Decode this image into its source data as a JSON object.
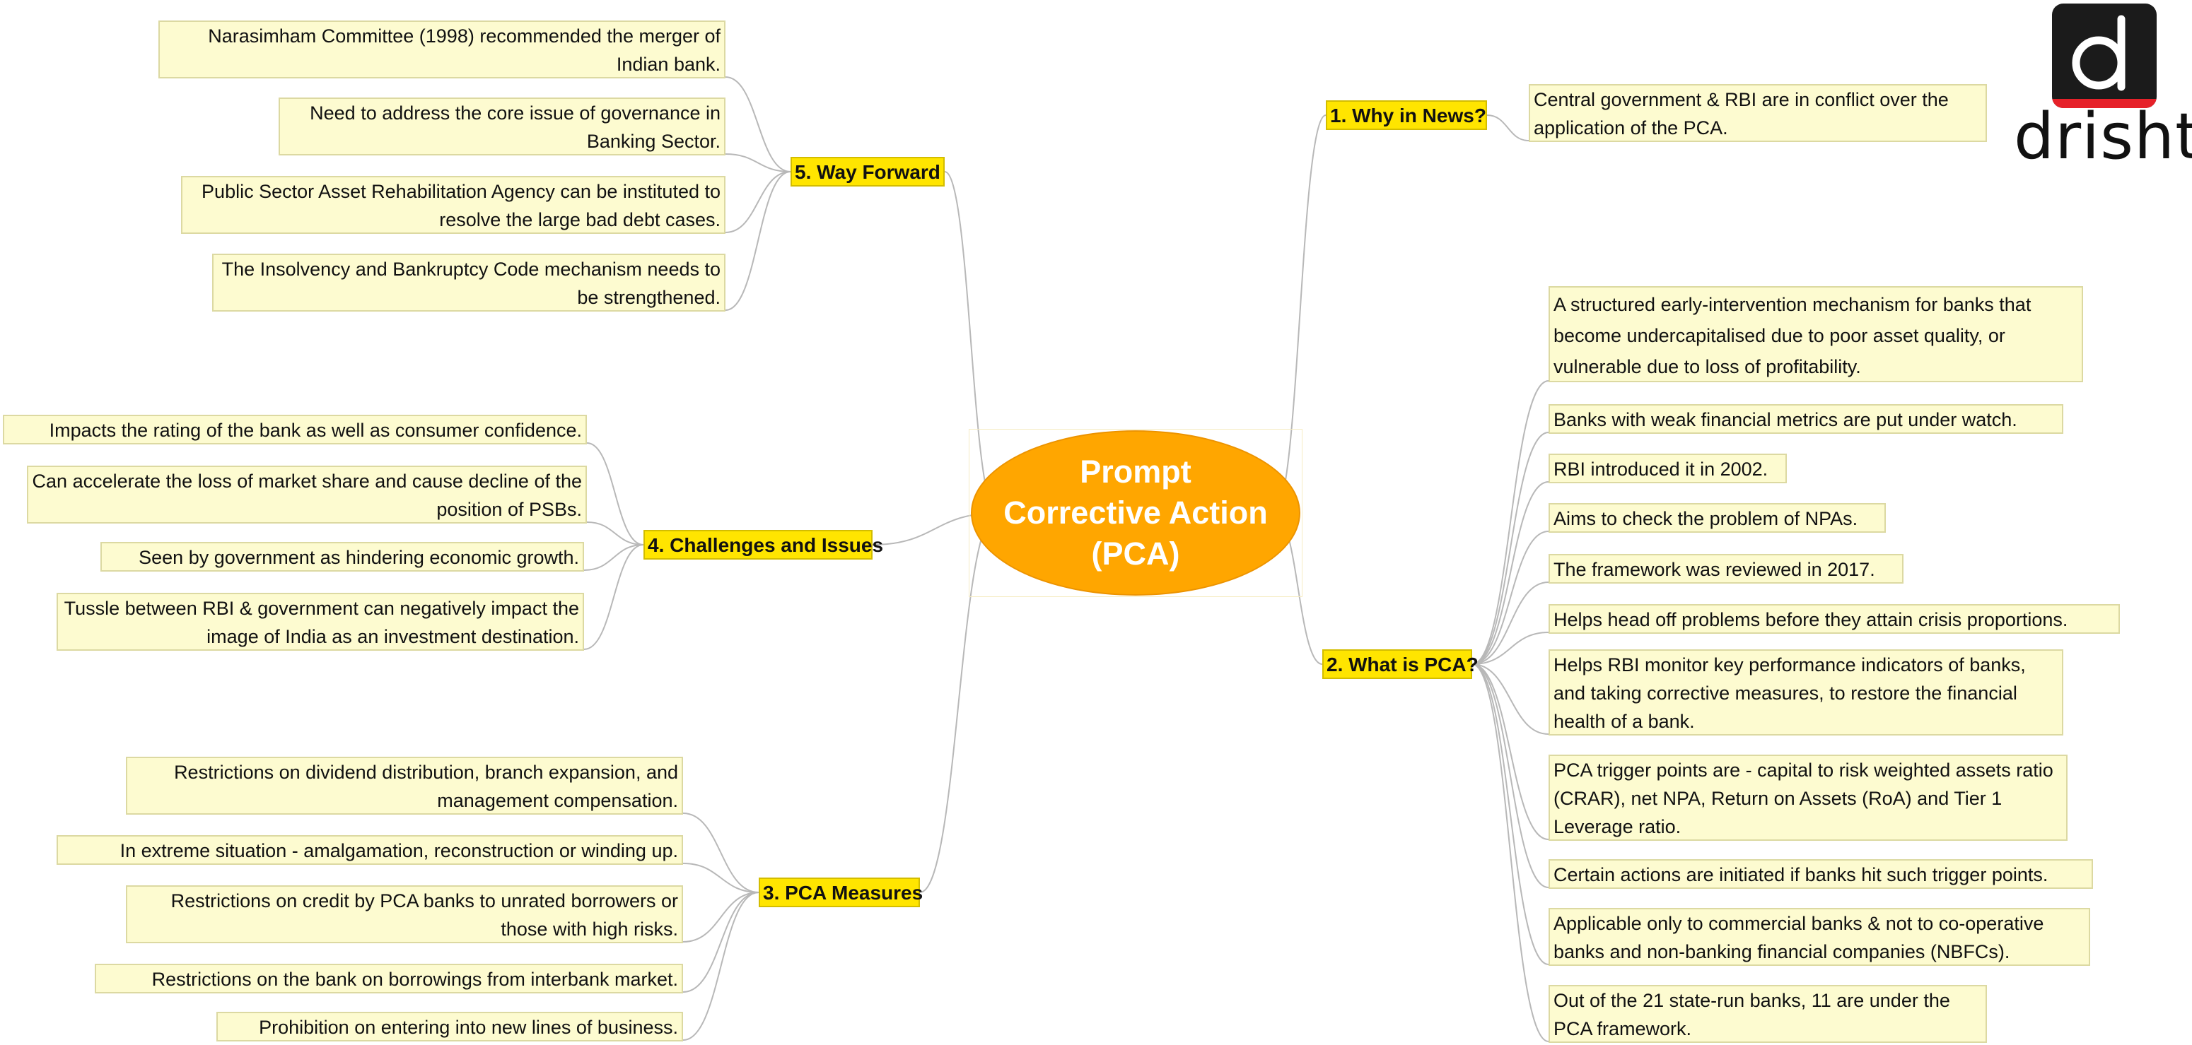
{
  "center": {
    "title": "Prompt Corrective Action (PCA)"
  },
  "brand": {
    "name": "drishti",
    "colors": {
      "mark": "#1b1b1b",
      "accent": "#e62129"
    }
  },
  "colors": {
    "center": "#ffa600",
    "branch": "#ffe500",
    "note": "#fdfbd0",
    "link": "#b8b8b8"
  },
  "branches": {
    "why": {
      "label": "1. Why in News?",
      "items": [
        "Central government & RBI are in conflict over the application of the PCA."
      ]
    },
    "what": {
      "label": "2. What is PCA?",
      "items": [
        "A structured early-intervention mechanism for banks that become undercapitalised due to poor asset quality, or vulnerable due to loss of profitability.",
        "Banks with weak financial metrics are put under watch.",
        "RBI introduced it in 2002.",
        "Aims to check the problem of NPAs.",
        "The framework was reviewed in 2017.",
        "Helps head off problems before they attain crisis proportions.",
        "Helps RBI monitor key performance indicators of banks, and taking corrective measures, to restore the financial health of a bank.",
        "PCA trigger points are - capital to risk weighted assets ratio (CRAR), net NPA, Return on Assets (RoA) and Tier 1 Leverage ratio.",
        "Certain actions are initiated if banks hit such trigger points.",
        "Applicable only to commercial banks & not to co-operative banks and non-banking financial companies (NBFCs).",
        "Out of the 21 state-run banks, 11 are under the PCA framework."
      ]
    },
    "measures": {
      "label": "3. PCA Measures",
      "items": [
        "Restrictions on dividend distribution, branch expansion, and management compensation.",
        "In extreme situation - amalgamation, reconstruction or winding up.",
        "Restrictions on credit by PCA banks to unrated borrowers or those with high risks.",
        "Restrictions on the bank on borrowings from interbank market.",
        "Prohibition on entering into new lines of business."
      ]
    },
    "challenges": {
      "label": "4. Challenges and Issues",
      "items": [
        "Impacts the rating of the bank as well as consumer confidence.",
        "Can accelerate the loss of market share and cause decline of the position of PSBs.",
        "Seen by government as hindering economic growth.",
        "Tussle between RBI & government can negatively impact the image of India as an investment destination."
      ]
    },
    "way": {
      "label": "5. Way Forward",
      "items": [
        "Narasimham Committee (1998) recommended the merger of Indian bank.",
        "Need to address the core issue of governance in Banking Sector.",
        "Public Sector Asset Rehabilitation Agency can be instituted to resolve the large bad debt cases.",
        "The Insolvency and Bankruptcy Code mechanism needs to be strengthened."
      ]
    }
  }
}
